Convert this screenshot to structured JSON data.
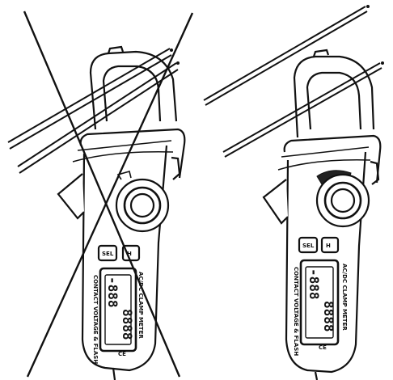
{
  "figure": {
    "meter_label": "AC/DC CLAMP METER",
    "side_warning": "CONTACT VOLTAGE & FLASH",
    "lcd_top": "-888",
    "lcd_bottom": "8888",
    "button_left": "SEL",
    "button_right": "H",
    "ce_mark": "CE",
    "left_meter_state": "incorrect (crossed out)",
    "right_meter_state": "correct"
  },
  "colors": {
    "ink": "#111111",
    "paper": "#ffffff"
  }
}
